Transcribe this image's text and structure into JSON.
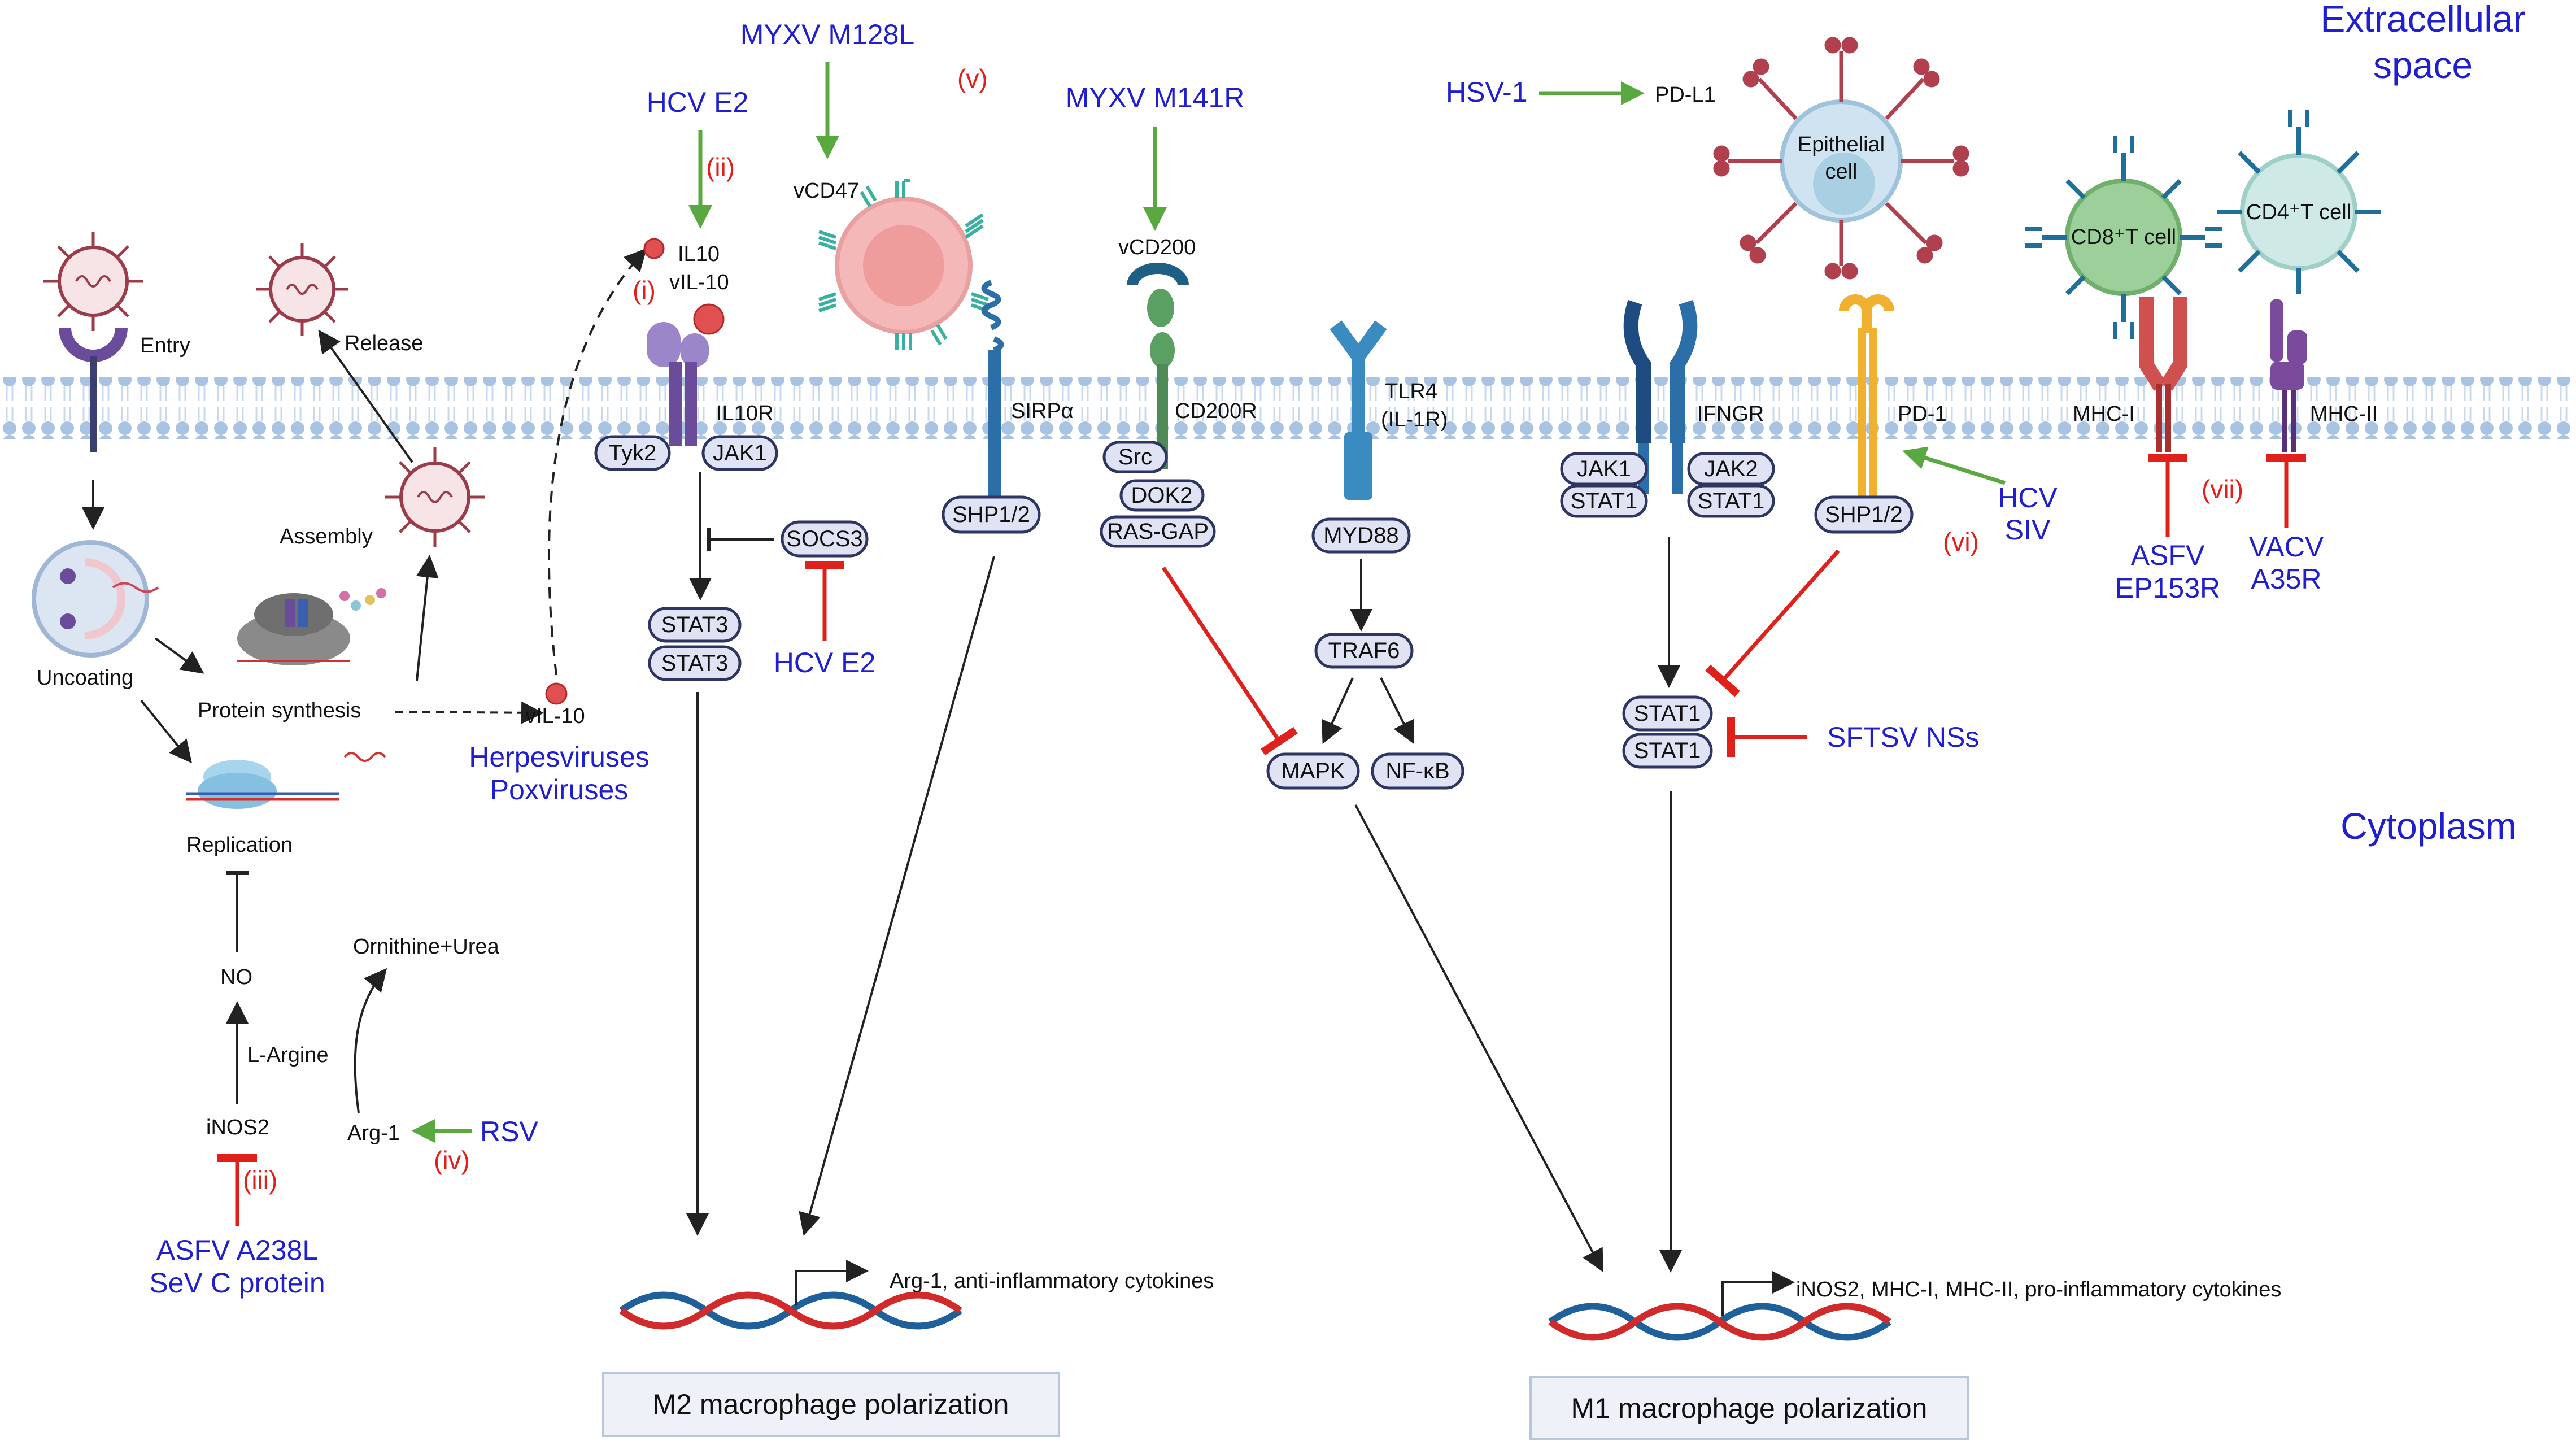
{
  "regions": {
    "extracellular": [
      "Extracellular",
      "space"
    ],
    "cytoplasm": "Cytoplasm"
  },
  "viral_cycle": {
    "entry": "Entry",
    "release": "Release",
    "assembly": "Assembly",
    "uncoating": "Uncoating",
    "protein_synthesis": "Protein synthesis",
    "replication": "Replication",
    "vil10": "vIL-10",
    "producers": [
      "Herpesviruses",
      "Poxviruses"
    ]
  },
  "arginine": {
    "no": "NO",
    "l_arginine": "L-Argine",
    "inos2": "iNOS2",
    "ornithine_urea": "Ornithine+Urea",
    "arg1": "Arg-1",
    "rsv": "RSV",
    "inhibitors_iii": [
      "ASFV A238L",
      "SeV C protein"
    ]
  },
  "numerals": {
    "i": "(i)",
    "ii": "(ii)",
    "iii": "(iii)",
    "iv": "(iv)",
    "v": "(v)",
    "vi": "(vi)",
    "vii": "(vii)"
  },
  "il10_path": {
    "hcv_e2_top": "HCV E2",
    "ligand": [
      "IL10",
      "vIL-10"
    ],
    "receptor": "IL10R",
    "tyk2": "Tyk2",
    "jak1": "JAK1",
    "socs3": "SOCS3",
    "hcv_e2_bottom": "HCV E2",
    "stat3": [
      "STAT3",
      "STAT3"
    ]
  },
  "cd47_path": {
    "virus": "MYXV M128L",
    "ligand": "vCD47",
    "receptor": "SIRPα",
    "shp": "SHP1/2"
  },
  "cd200_path": {
    "virus": "MYXV M141R",
    "ligand": "vCD200",
    "receptor": "CD200R",
    "src": "Src",
    "dok2": "DOK2",
    "rasgap": "RAS-GAP"
  },
  "tlr_path": {
    "receptor": [
      "TLR4",
      "(IL-1R)"
    ],
    "myd88": "MYD88",
    "traf6": "TRAF6",
    "mapk": "MAPK",
    "nfkb": "NF-κB"
  },
  "ifn_path": {
    "receptor": "IFNGR",
    "jak1": "JAK1",
    "stat1_l": "STAT1",
    "jak2": "JAK2",
    "stat1_r": "STAT1",
    "stat1_dimer": [
      "STAT1",
      "STAT1"
    ],
    "sftsv": "SFTSV NSs"
  },
  "pd1_path": {
    "hsv": "HSV-1",
    "pdl1": "PD-L1",
    "epithelial": [
      "Epithelial",
      "cell"
    ],
    "receptor": "PD-1",
    "shp": "SHP1/2",
    "viruses": [
      "HCV",
      "SIV"
    ]
  },
  "mhc_path": {
    "cd8": "CD8⁺T cell",
    "cd4": "CD4⁺T cell",
    "mhc1": "MHC-I",
    "mhc2": "MHC-II",
    "asfv": [
      "ASFV",
      "EP153R"
    ],
    "vacv": [
      "VACV",
      "A35R"
    ]
  },
  "outputs": {
    "m2_genes": "Arg-1,  anti-inflammatory cytokines",
    "m2_box": "M2 macrophage polarization",
    "m1_genes": "iNOS2, MHC-I, MHC-II, pro-inflammatory cytokines",
    "m1_box": "M1 macrophage polarization"
  },
  "colors": {
    "virus_text": "#1f1fd0",
    "numeral": "#e0201a",
    "activation": "#5aa840",
    "inhibition": "#e0201a"
  }
}
